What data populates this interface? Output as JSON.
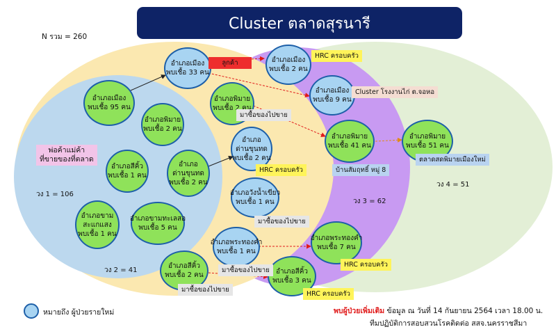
{
  "title": "Cluster ตลาดสุรนารี",
  "total": "N รวม = 260",
  "rings": {
    "r1": "วง 1 = 106",
    "r2": "วง 2 = 41",
    "r3": "วง 3 = 62",
    "r4": "วง 4 = 51"
  },
  "nodes": {
    "n1": [
      "อำเภอเมือง",
      "พบเชื้อ 95 คน"
    ],
    "n2": [
      "อำเภอพิมาย",
      "พบเชื้อ 2 คน"
    ],
    "n3": [
      "อำเภอสีคิ้ว",
      "พบเชื้อ 1 คน"
    ],
    "n4": [
      "อำเภอขาม",
      "สะแกแสง",
      "พบเชื้อ 1 คน"
    ],
    "n5": [
      "อำเภอขามทะเลสอ",
      "พบเชื้อ 5 คน"
    ],
    "n6": [
      "อำเภอเมือง",
      "พบเชื้อ 33 คน"
    ],
    "n7": [
      "อำเภอพิมาย",
      "พบเชื้อ 2 คน"
    ],
    "n8": [
      "อำเภอ",
      "ด่านขุนทด",
      "พบเชื้อ 2 คน"
    ],
    "n9": [
      "อำเภอ",
      "ด่านขุนทด",
      "พบเชื้อ 2 คน"
    ],
    "n10": [
      "อำเภอวังน้ำเขียว",
      "พบเชื้อ 1 คน"
    ],
    "n11": [
      "อำเภอพระทองคำ",
      "พบเชื้อ 1 คน"
    ],
    "n12": [
      "อำเภอสีคิ้ว",
      "พบเชื้อ 2 คน"
    ],
    "n13": [
      "อำเภอเมือง",
      "พบเชื้อ 2 คน"
    ],
    "n14": [
      "อำเภอเมือง",
      "พบเชื้อ 9 คน"
    ],
    "n15": [
      "อำเภอพิมาย",
      "พบเชื้อ 41 คน"
    ],
    "n16": [
      "อำเภอพระทองคำ",
      "พบเชื้อ 7 คน"
    ],
    "n17": [
      "อำเภอสีคิ้ว",
      "พบเชื้อ 3 คน"
    ],
    "n18": [
      "อำเภอพิมาย",
      "พบเชื้อ 51 คน"
    ]
  },
  "tags": {
    "merchant": [
      "พ่อค้าแม่ค้า",
      "ที่ขายของที่ตลาด"
    ],
    "customer": "ลูกค้า",
    "hrc1": "HRC ครอบครัว",
    "hrc2": "HRC ครอบครัว",
    "hrc3": "HRC ครอบครัว",
    "hrc4": "HRC ครอบครัว",
    "factory": "Cluster โรงงานไก่ ต.จอหอ",
    "buy1": "มาซื้อของไปขาย",
    "buy2": "มาซื้อของไปขาย",
    "buy3": "มาซื้อของไปขาย",
    "buy4": "มาซื้อของไปขาย",
    "village": "บ้านสัมฤทธิ์ หมู่ 8",
    "market": "ตลาดสดพิมายเมืองใหม่"
  },
  "legend": "หมายถึง ผู้ป่วยรายใหม่",
  "footer": {
    "highlight": "พบผู้ป่วยเพิ่มเติม",
    "line1": " ข้อมูล ณ วันที่ 14 กันยายน 2564 เวลา 18.00 น.",
    "line2": "ทีมปฏิบัติการสอบสวนโรคติดต่อ สสจ.นครราชสีมา"
  },
  "colors": {
    "ring4": "#e3efd6",
    "ring3": "#c89af2",
    "ring2": "#fbe8b0",
    "ring1": "#bcd8ee",
    "node_green": "#8fe25a",
    "node_blue": "#a8d4f2",
    "title_bg": "#0e2366",
    "customer_tag": "#ee2d2d",
    "hrc_tag": "#fff45a",
    "merchant_tag": "#f2c4e8",
    "footer_red": "#e01a1a"
  }
}
